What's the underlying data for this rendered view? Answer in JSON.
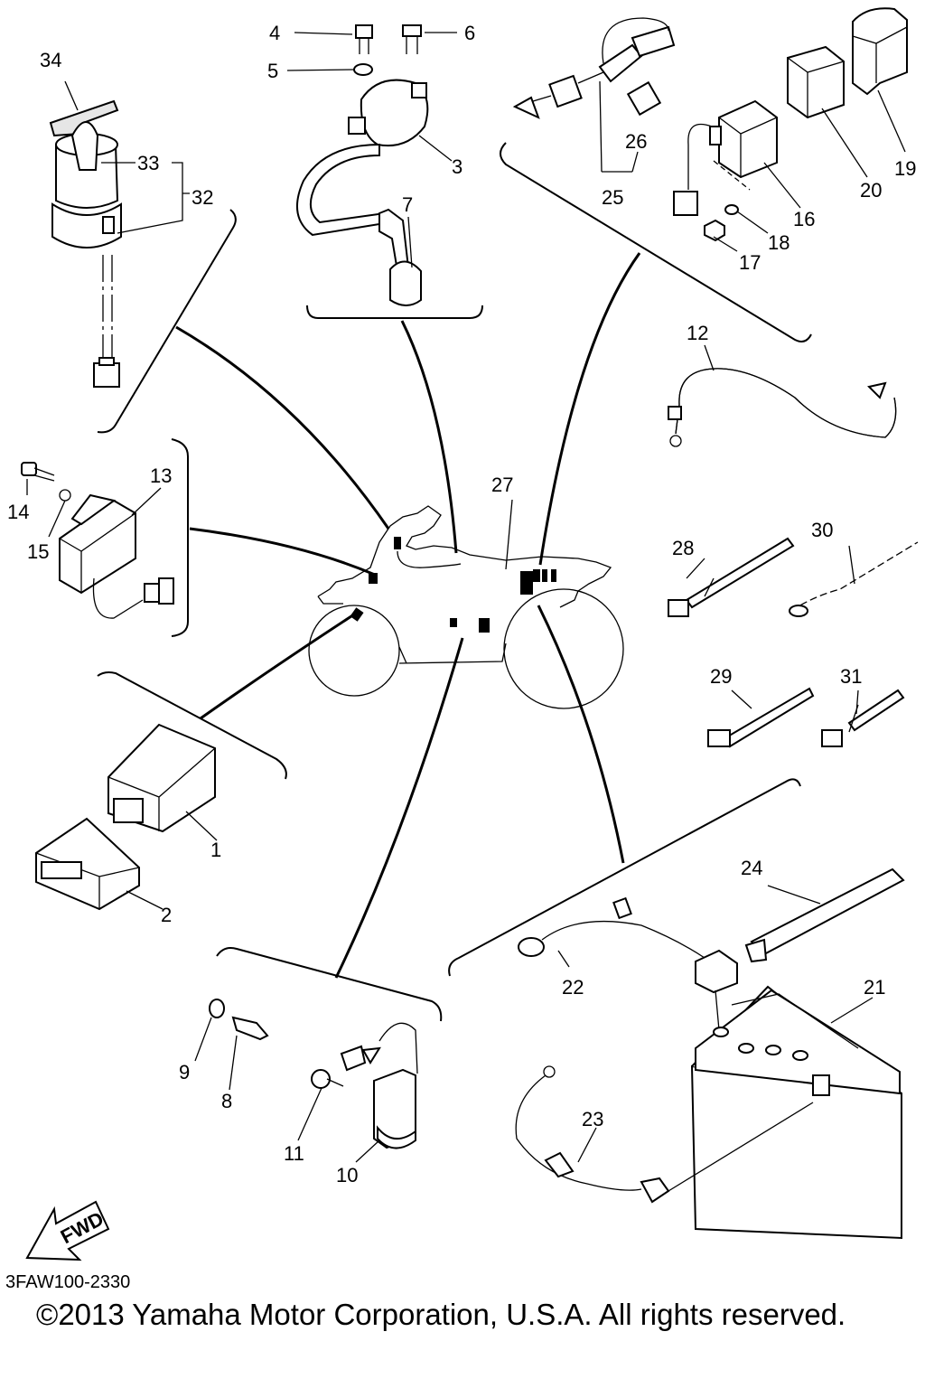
{
  "diagram": {
    "callouts": [
      "1",
      "2",
      "3",
      "4",
      "5",
      "6",
      "7",
      "8",
      "9",
      "10",
      "11",
      "12",
      "13",
      "14",
      "15",
      "16",
      "17",
      "18",
      "19",
      "20",
      "21",
      "22",
      "23",
      "24",
      "25",
      "26",
      "27",
      "28",
      "29",
      "30",
      "31",
      "32",
      "33",
      "34"
    ],
    "fwd_label": "FWD",
    "drawing_code": "3FAW100-2330",
    "copyright": "©2013 Yamaha Motor Corporation, U.S.A. All rights reserved."
  }
}
